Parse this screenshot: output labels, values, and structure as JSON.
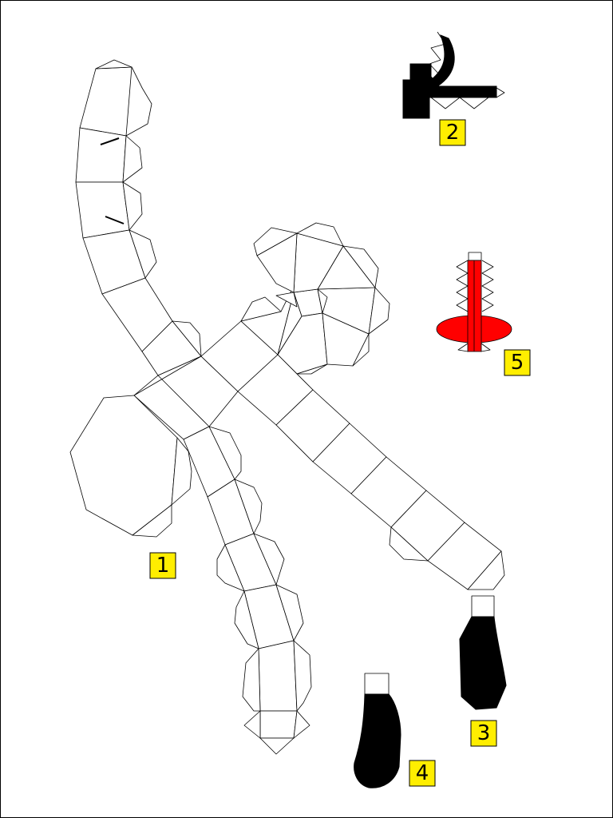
{
  "colors": {
    "label_fill": "#ffee00",
    "line": "#000000",
    "piece_black": "#000000",
    "piece_red": "#ff0000",
    "background": "#ffffff"
  },
  "pieces": [
    {
      "id": "piece-1",
      "label": "1"
    },
    {
      "id": "piece-2",
      "label": "2"
    },
    {
      "id": "piece-3",
      "label": "3"
    },
    {
      "id": "piece-4",
      "label": "4"
    },
    {
      "id": "piece-5",
      "label": "5"
    }
  ]
}
